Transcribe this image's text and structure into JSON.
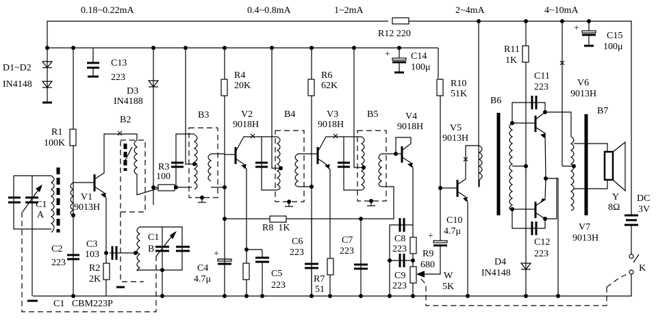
{
  "diagram": {
    "type": "circuit-schematic",
    "currents": {
      "i1": "0.18~0.22mA",
      "i2": "0.4~0.8mA",
      "i3": "1~2mA",
      "i4": "2~4mA",
      "i5": "4~10mA"
    },
    "components": {
      "D1D2": {
        "ref": "D1~D2",
        "value": "IN4148"
      },
      "C13": {
        "ref": "C13",
        "value": "223"
      },
      "D3": {
        "ref": "D3",
        "value": "IN4188"
      },
      "R1": {
        "ref": "R1",
        "value": "100K"
      },
      "B2": {
        "ref": "B2"
      },
      "B3": {
        "ref": "B3"
      },
      "R3": {
        "ref": "R3",
        "value": "100"
      },
      "V1": {
        "ref": "V1",
        "value": "9013H"
      },
      "C1A": {
        "ref": "C1",
        "section": "A"
      },
      "C1B": {
        "ref": "C1",
        "section": "B"
      },
      "C2": {
        "ref": "C2",
        "value": "223"
      },
      "C3": {
        "ref": "C3",
        "value": "103"
      },
      "R2": {
        "ref": "R2",
        "value": "2K"
      },
      "C1": {
        "ref": "C1",
        "value": "CBM223P"
      },
      "R4": {
        "ref": "R4",
        "value": "20K"
      },
      "V2": {
        "ref": "V2",
        "value": "9018H"
      },
      "B4": {
        "ref": "B4"
      },
      "R6": {
        "ref": "R6",
        "value": "62K"
      },
      "V3": {
        "ref": "V3",
        "value": "9018H"
      },
      "B5": {
        "ref": "B5"
      },
      "V4": {
        "ref": "V4",
        "value": "9018H"
      },
      "R12": {
        "ref": "R12",
        "value": "220"
      },
      "C14": {
        "ref": "C14",
        "value": "100μ"
      },
      "R8": {
        "ref": "R8",
        "value": "1K"
      },
      "C4": {
        "ref": "C4",
        "value": "4.7μ"
      },
      "C5": {
        "ref": "C5",
        "value": "223"
      },
      "C6": {
        "ref": "C6",
        "value": "223"
      },
      "R7": {
        "ref": "R7",
        "value": "51"
      },
      "C7": {
        "ref": "C7",
        "value": "223"
      },
      "C8": {
        "ref": "C8",
        "value": "223"
      },
      "C9": {
        "ref": "C9",
        "value": "223"
      },
      "R9": {
        "ref": "R9",
        "value": "680"
      },
      "W": {
        "ref": "W",
        "value": "5K"
      },
      "R10": {
        "ref": "R10",
        "value": "51K"
      },
      "C10": {
        "ref": "C10",
        "value": "4.7μ"
      },
      "V5": {
        "ref": "V5",
        "value": "9013H"
      },
      "B6": {
        "ref": "B6"
      },
      "R11": {
        "ref": "R11",
        "value": "1K"
      },
      "C11": {
        "ref": "C11",
        "value": "223"
      },
      "C12": {
        "ref": "C12",
        "value": "223"
      },
      "D4": {
        "ref": "D4",
        "value": "IN4148"
      },
      "C15": {
        "ref": "C15",
        "value": "100μ"
      },
      "V6": {
        "ref": "V6",
        "value": "9013H"
      },
      "V7": {
        "ref": "V7",
        "value": "9013H"
      },
      "B7": {
        "ref": "B7"
      },
      "Y": {
        "ref": "Y",
        "value": "8Ω"
      },
      "DC": {
        "ref": "DC",
        "value": "3V"
      },
      "K": {
        "ref": "K"
      }
    }
  }
}
